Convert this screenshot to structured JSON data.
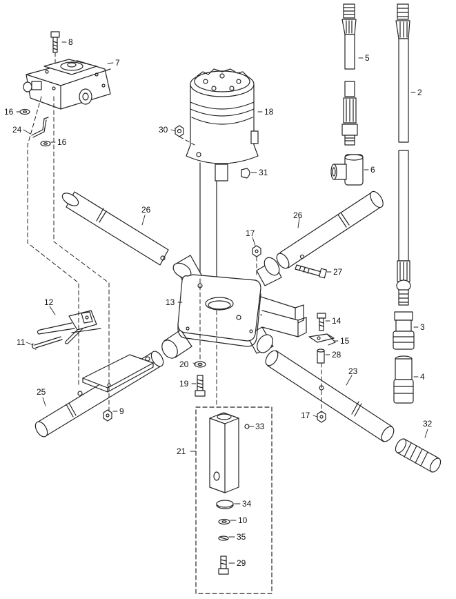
{
  "diagram": {
    "type": "exploded-parts-view",
    "callouts": {
      "p2": "2",
      "p3": "3",
      "p4": "4",
      "p5": "5",
      "p6": "6",
      "p7": "7",
      "p8": "8",
      "p9": "9",
      "p10": "10",
      "p11": "11",
      "p12": "12",
      "p13": "13",
      "p14": "14",
      "p15": "15",
      "p16a": "16",
      "p16b": "16",
      "p17a": "17",
      "p17b": "17",
      "p18": "18",
      "p19": "19",
      "p20": "20",
      "p21": "21",
      "p23": "23",
      "p24": "24",
      "p25": "25",
      "p26a": "26",
      "p26b": "26",
      "p27": "27",
      "p28": "28",
      "p29": "29",
      "p30": "30",
      "p31": "31",
      "p32": "32",
      "p33": "33",
      "p34": "34",
      "p35": "35"
    },
    "colors": {
      "line": "#222222",
      "fill": "#ffffff",
      "shade": "#e6e6e6"
    }
  }
}
